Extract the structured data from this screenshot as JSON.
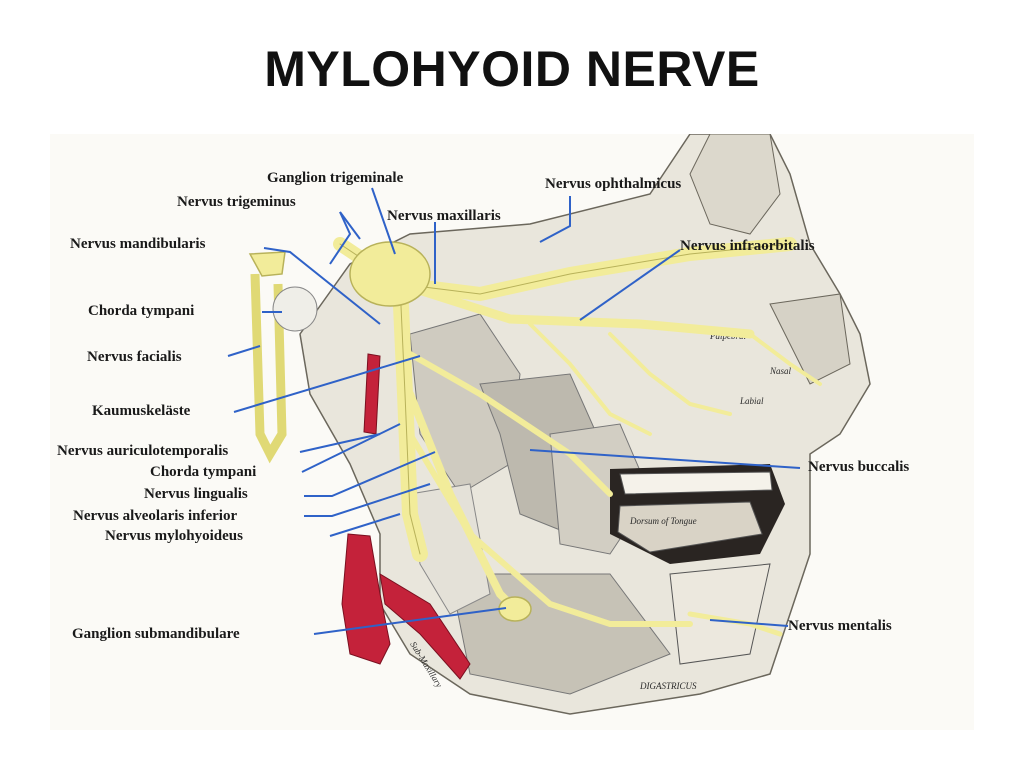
{
  "slide": {
    "title": "MYLOHYOID NERVE"
  },
  "figure": {
    "labels": {
      "ganglion_trigeminale": "Ganglion trigeminale",
      "nervus_trigeminus": "Nervus trigeminus",
      "nervus_ophthalmicus": "Nervus ophthalmicus",
      "nervus_maxillaris": "Nervus maxillaris",
      "nervus_mandibularis": "Nervus mandibularis",
      "nervus_infraorbitalis": "Nervus infraorbitalis",
      "chorda_tympani_upper": "Chorda tympani",
      "nervus_facialis": "Nervus facialis",
      "kaumuskelaste": "Kaumuskeläste",
      "nervus_auriculotemporalis": "Nervus auriculotemporalis",
      "chorda_tympani_lower": "Chorda tympani",
      "nervus_lingualis": "Nervus  lingualis",
      "nervus_alveolaris_inferior": "Nervus alveolaris inferior",
      "nervus_mylohyoideus": "Nervus mylohyoideus",
      "nervus_buccalis": "Nervus buccalis",
      "ganglion_submandibulare": "Ganglion submandibulare",
      "nervus_mentalis": "Nervus mentalis"
    },
    "inline_tags": {
      "dorsum_of_tongue": "Dorsum of Tongue",
      "digastricus": "DIGASTRICUS",
      "sub_maxillary": "Sub-Maxillary",
      "nasal": "Nasal",
      "labial": "Labial",
      "palpebral": "Palpebral"
    },
    "colors": {
      "nerve": "#f2ec9a",
      "nerve_outline": "#b8b25a",
      "artery": "#c4223a",
      "leader": "#2f62c8",
      "muscle": "#c9c6bc"
    }
  }
}
